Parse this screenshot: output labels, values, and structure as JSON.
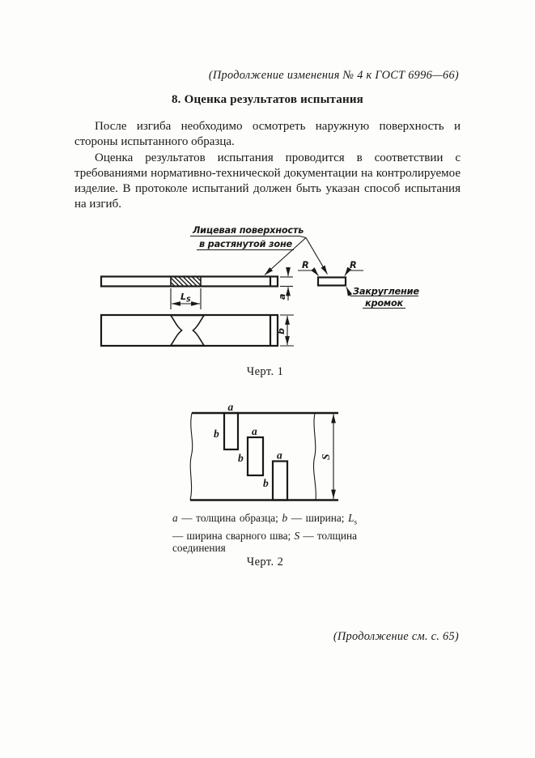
{
  "page": {
    "header": "(Продолжение изменения № 4 к ГОСТ 6996—66)",
    "footer": "(Продолжение см. с. 65)"
  },
  "section": {
    "heading": "8. Оценка результатов испытания",
    "paragraphs": [
      "После изгиба необходимо осмотреть наружную поверхность и стороны испытанного образца.",
      "Оценка результатов испытания проводится в соответствии с требованиями нормативно-технической документации на контролируемое изделие. В протоколе испытаний должен быть указан способ испытания на изгиб."
    ]
  },
  "figure1": {
    "caption": "Черт. 1",
    "face_label_line1": "Лицевая поверхность",
    "face_label_line2": "в растянутой зоне",
    "radius_left": "R",
    "radius_right": "R",
    "rounding_line1": "Закругление",
    "rounding_line2": "кромок",
    "dim_ls_main": "L",
    "dim_ls_sub": "S",
    "dim_a": "a",
    "dim_b": "b"
  },
  "figure2": {
    "caption": "Черт. 2",
    "label_a1": "a",
    "label_a2": "a",
    "label_a3": "a",
    "label_b1": "b",
    "label_b2": "b",
    "label_b3": "b",
    "dim_s": "S"
  },
  "legend": {
    "var_a": "a",
    "text_a": " — толщина образца; ",
    "var_b": "b",
    "text_b": " — ширина; ",
    "var_l": "L",
    "var_l_sub": "s",
    "text_l": " — ширина сварного шва; ",
    "var_s": "S",
    "text_s": " — толщина соединения"
  },
  "colors": {
    "ink": "#191919",
    "paper": "#fdfdfb"
  }
}
